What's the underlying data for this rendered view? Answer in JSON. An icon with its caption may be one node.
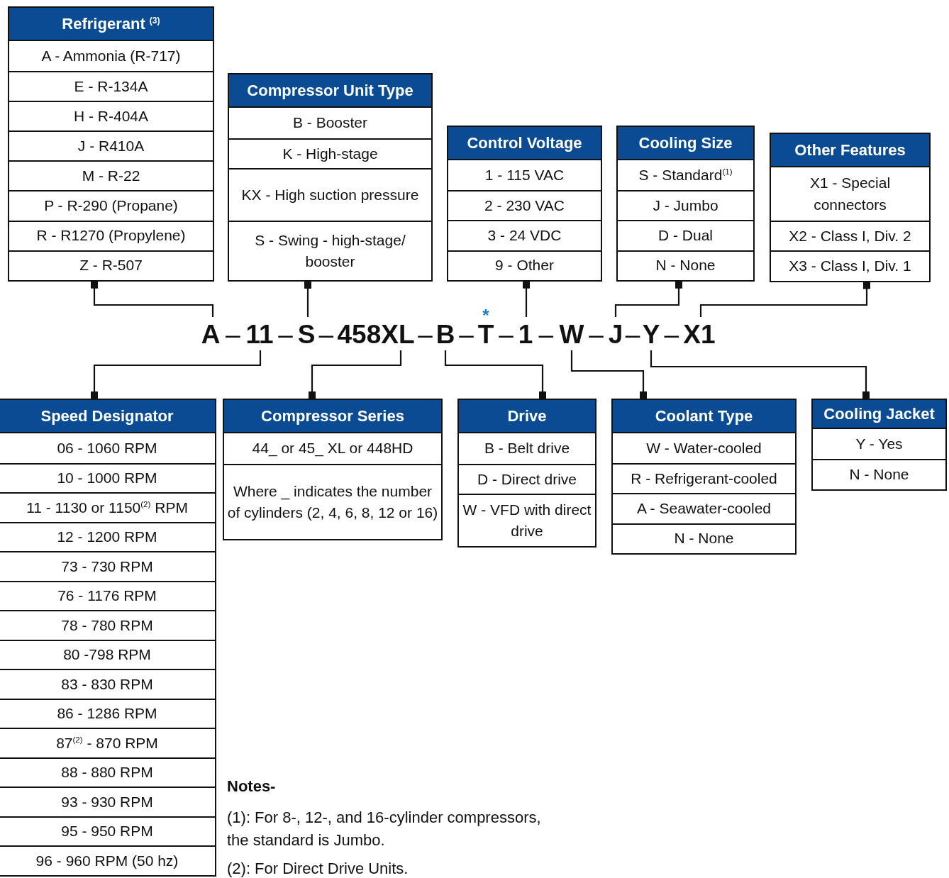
{
  "diagram": {
    "nodes": [
      {
        "text": [
          "Refrigerant $^{(3)}$",
          "A - Ammonia (R-717)",
          "E - R-134A",
          "H - R-404A",
          "J - R410A",
          "M - R-22",
          "P - R-290 (Propane)",
          "R - R1270 (Propylene)",
          "Z - R-507"
        ]
      },
      {
        "text": [
          "Compressor Unit Type",
          "B - Booster",
          "K - High-stage",
          "KX - High suction pressure",
          "S - Swing - high-stage/ booster"
        ]
      },
      {
        "text": [
          "Control Voltage",
          "1 - 115 VAC",
          "2 - 230 VAC",
          "3 - 24 VDC",
          "9 - Other"
        ]
      },
      {
        "text": [
          "Cooling Size",
          "S - Standard$^{(1)}$",
          "J - Jumbo",
          "D - Dual",
          "N - None"
        ]
      },
      {
        "text": [
          "Other Features",
          "X1 - Special connectors",
          "X2 - Class I, Div. 2",
          "X3 - Class I, Div. 1"
        ]
      },
      {
        "text": [
          "A"
        ]
      },
      {
        "text": [
          "11"
        ]
      },
      {
        "text": [
          "S"
        ]
      },
      {
        "text": [
          "458XL"
        ]
      },
      {
        "text": [
          "B"
        ]
      },
      {
        "text": [
          "T"
        ],
        "beside": [
          "*"
        ]
      },
      {
        "text": [
          "1"
        ]
      },
      {
        "text": [
          "W"
        ]
      },
      {
        "text": [
          "J"
        ]
      },
      {
        "text": [
          "Y"
        ]
      },
      {
        "text": [
          "X1"
        ]
      },
      {
        "text": [
          "Speed Designator",
          "06 - 1060 RPM",
          "10 - 1000 RPM",
          "11 - 1130 or 1150$^{(2)}$ RPM",
          "12 - 1200 RPM",
          "73 - 730 RPM",
          "76 - 1176 RPM",
          "78 - 780 RPM",
          "80 -798 RPM",
          "83 - 830 RPM",
          "86 - 1286 RPM",
          "87$^{(2)}$ - 870 RPM",
          "88 - 880 RPM",
          "93 - 930 RPM",
          "95 - 950 RPM",
          "96 - 960 RPM (50 hz)"
        ]
      },
      {
        "text": [
          "Compressor Series",
          "44_ or 45_ XL or 448HD",
          "Where _ indicates the number of cylinders (2, 4, 6, 8, 12 or 16)"
        ]
      },
      {
        "text": [
          "Drive",
          "B - Belt drive",
          "D - Direct drive",
          "W - VFD with direct drive"
        ]
      },
      {
        "text": [
          "Coolant Type",
          "W - Water-cooled",
          "R - Refrigerant-cooled",
          "A - Seawater-cooled",
          "N - None"
        ]
      },
      {
        "text": [
          "Cooling Jacket",
          "Y - Yes",
          "N - None"
        ]
      }
    ],
    "edges": [
      {
        "from": 5,
        "to": 0,
        "arrow": "other"
      },
      {
        "from": 7,
        "to": 1,
        "arrow": "other"
      },
      {
        "from": 11,
        "to": 2,
        "arrow": "other"
      },
      {
        "from": 13,
        "to": 3,
        "arrow": "other"
      },
      {
        "from": 15,
        "to": 4,
        "arrow": "other"
      },
      {
        "from": 6,
        "to": 16,
        "arrow": "other"
      },
      {
        "from": 8,
        "to": 17,
        "arrow": "other"
      },
      {
        "from": 9,
        "to": 18,
        "arrow": "other"
      },
      {
        "from": 12,
        "to": 19,
        "arrow": "other"
      },
      {
        "from": 14,
        "to": 20,
        "arrow": "other"
      }
    ],
    "labels": [
      "–",
      "–",
      "–",
      "–",
      "–",
      "–",
      "–",
      "–",
      "–",
      "–",
      "Notes-",
      "(1): For 8-, 12-, and 16-cylinder compressors, the standard is Jumbo.",
      "(2): For Direct Drive Units."
    ]
  }
}
